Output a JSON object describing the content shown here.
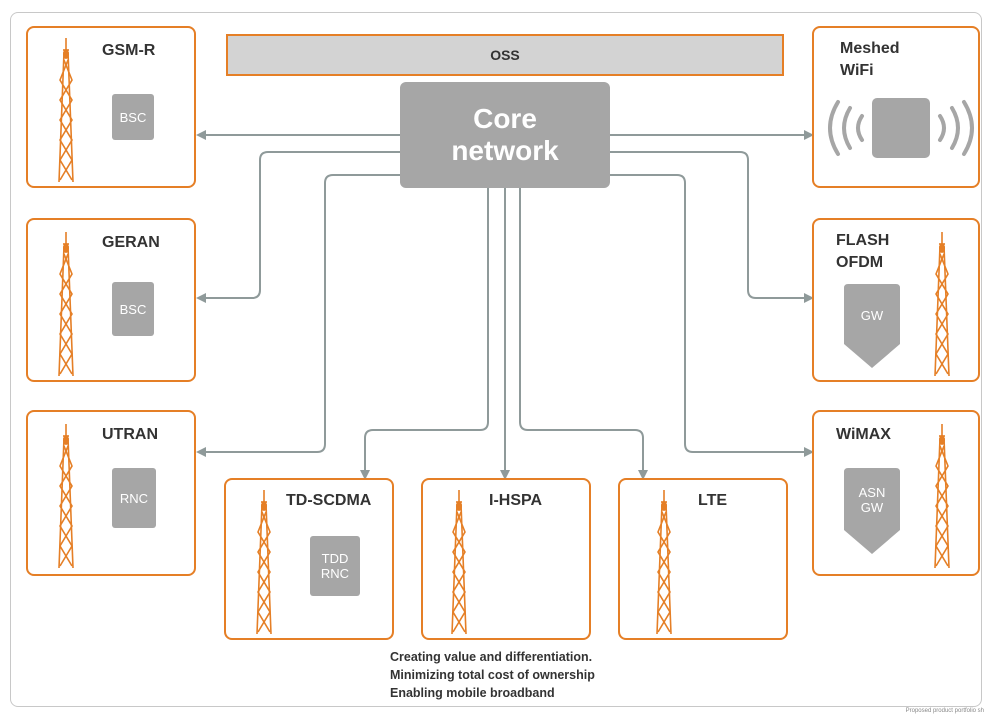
{
  "oss": {
    "label": "OSS"
  },
  "core": {
    "line1": "Core",
    "line2": "network"
  },
  "nodes": {
    "gsmr": {
      "title": "GSM-R",
      "controller": "BSC"
    },
    "geran": {
      "title": "GERAN",
      "controller": "BSC"
    },
    "utran": {
      "title": "UTRAN",
      "controller": "RNC"
    },
    "tdscdma": {
      "title": "TD-SCDMA",
      "controller_line1": "TDD",
      "controller_line2": "RNC"
    },
    "ihspa": {
      "title": "I-HSPA"
    },
    "lte": {
      "title": "LTE"
    },
    "wifi": {
      "title_line1": "Meshed",
      "title_line2": "WiFi"
    },
    "flash": {
      "title_line1": "FLASH",
      "title_line2": "OFDM",
      "controller": "GW"
    },
    "wimax": {
      "title": "WiMAX",
      "controller_line1": "ASN",
      "controller_line2": "GW"
    }
  },
  "footer": {
    "lines": [
      "Creating value and differentiation.",
      "Minimizing total cost of ownership",
      "Enabling mobile broadband"
    ],
    "source": "Proposed product portfolio sh"
  },
  "colors": {
    "accent": "#e57f26",
    "box_gray": "#a6a6a6",
    "oss_gray": "#d3d3d3",
    "connector": "#8f9a9a"
  }
}
